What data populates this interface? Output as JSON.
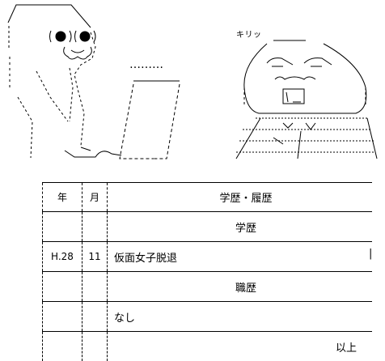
{
  "art": {
    "dots": "………",
    "kiri": "キリッ"
  },
  "table": {
    "header": {
      "year": "年",
      "month": "月",
      "title": "学歴・履歴"
    },
    "rows": [
      {
        "year": "",
        "month": "",
        "content": "学歴",
        "align": "center"
      },
      {
        "year": "H.28",
        "month": "11",
        "content": "仮面女子脱退",
        "align": "left"
      },
      {
        "year": "",
        "month": "",
        "content": "職歴",
        "align": "center"
      },
      {
        "year": "",
        "month": "",
        "content": "なし",
        "align": "left"
      },
      {
        "year": "",
        "month": "",
        "content": "以上",
        "align": "right"
      }
    ]
  }
}
